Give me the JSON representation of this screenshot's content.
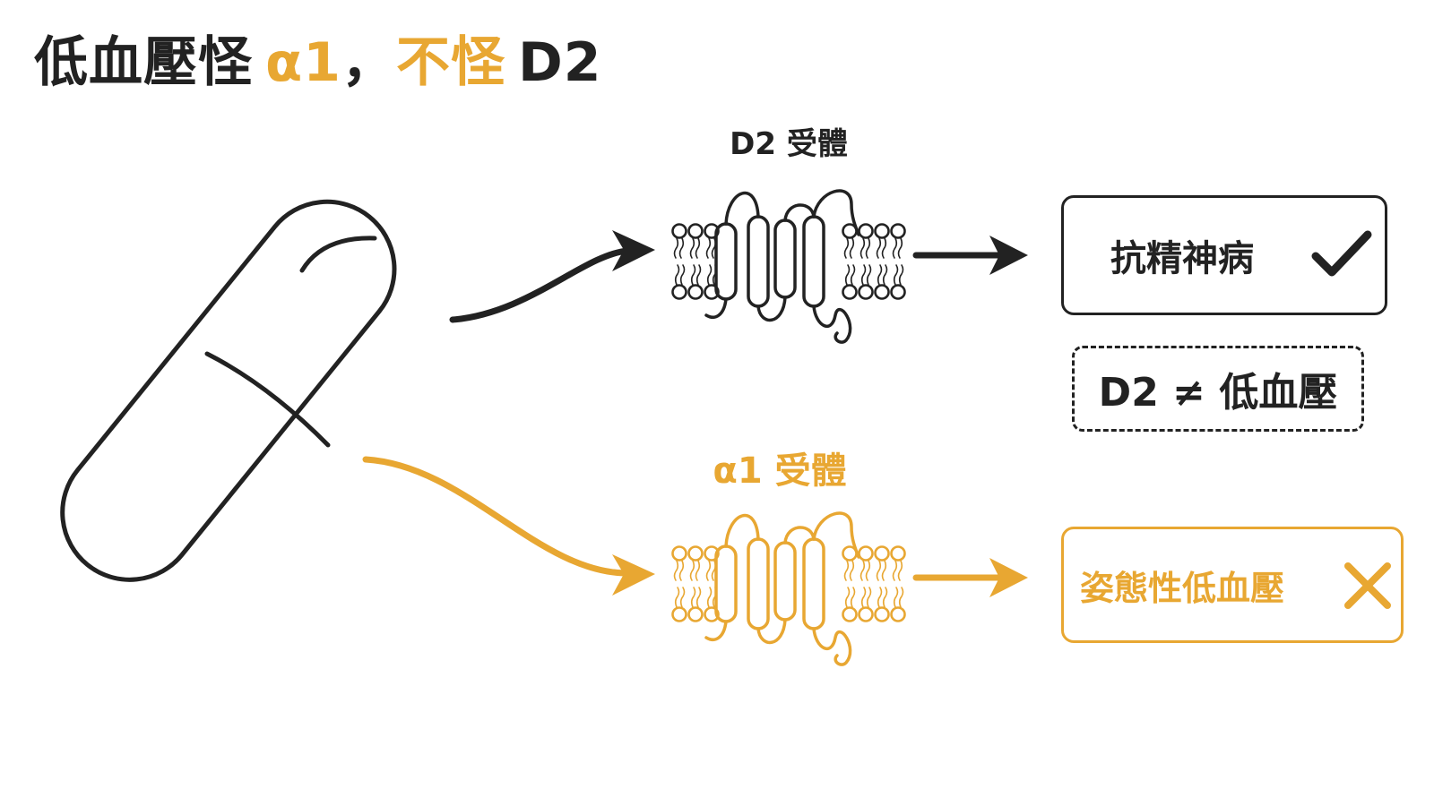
{
  "title": {
    "part1": "低血壓怪",
    "part2": "α1",
    "part3": "，",
    "part4": "不怪",
    "part5": "D2"
  },
  "receptor_d2": {
    "label": "D2 受體"
  },
  "receptor_a1": {
    "label": "α1 受體"
  },
  "outcome_d2": {
    "text": "抗精神病",
    "mark_icon": "check-icon"
  },
  "note": {
    "text": "D2 ≠ 低血壓"
  },
  "outcome_a1": {
    "text": "姿態性低血壓",
    "mark_icon": "cross-icon"
  },
  "colors": {
    "dark": "#222222",
    "accent": "#e8a732",
    "background": "#ffffff"
  }
}
